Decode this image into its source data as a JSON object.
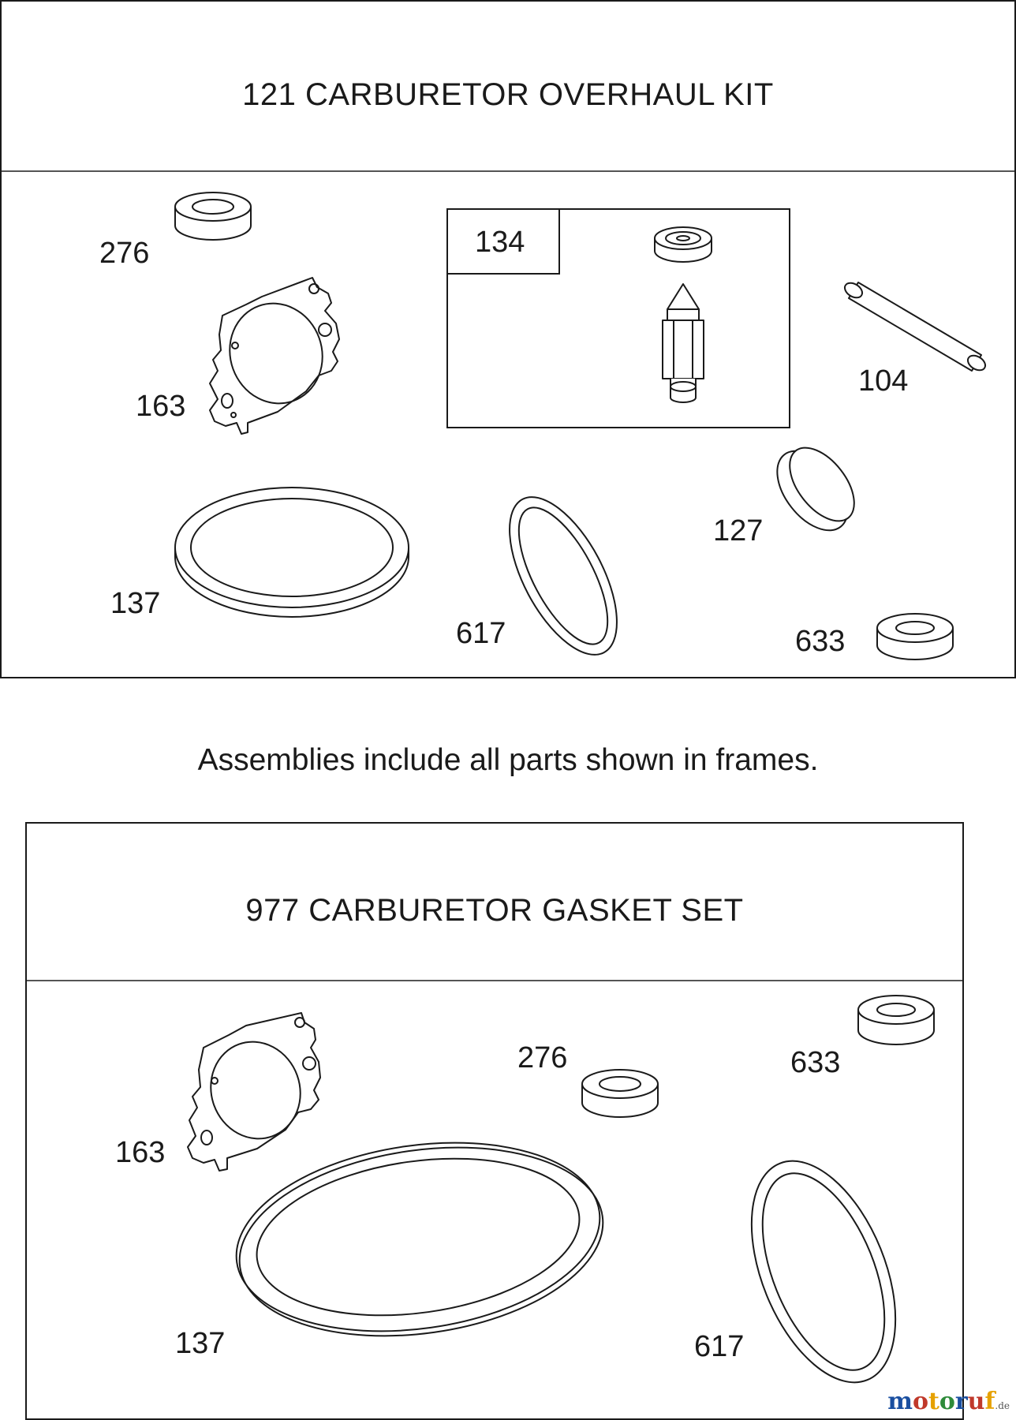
{
  "kit": {
    "title": "121 CARBURETOR OVERHAUL KIT",
    "subassembly_label": "134",
    "labels": {
      "p276": "276",
      "p163": "163",
      "p137": "137",
      "p617": "617",
      "p127": "127",
      "p633": "633",
      "p104": "104"
    }
  },
  "note": "Assemblies include all parts shown in frames.",
  "gasket_set": {
    "title": "977 CARBURETOR GASKET SET",
    "labels": {
      "p163": "163",
      "p276": "276",
      "p633": "633",
      "p137": "137",
      "p617": "617"
    }
  },
  "watermark": {
    "text": "motoruf",
    "suffix": ".de",
    "colors": [
      "#1a4fa0",
      "#c0392b",
      "#e6a100",
      "#2e8b3a"
    ]
  }
}
